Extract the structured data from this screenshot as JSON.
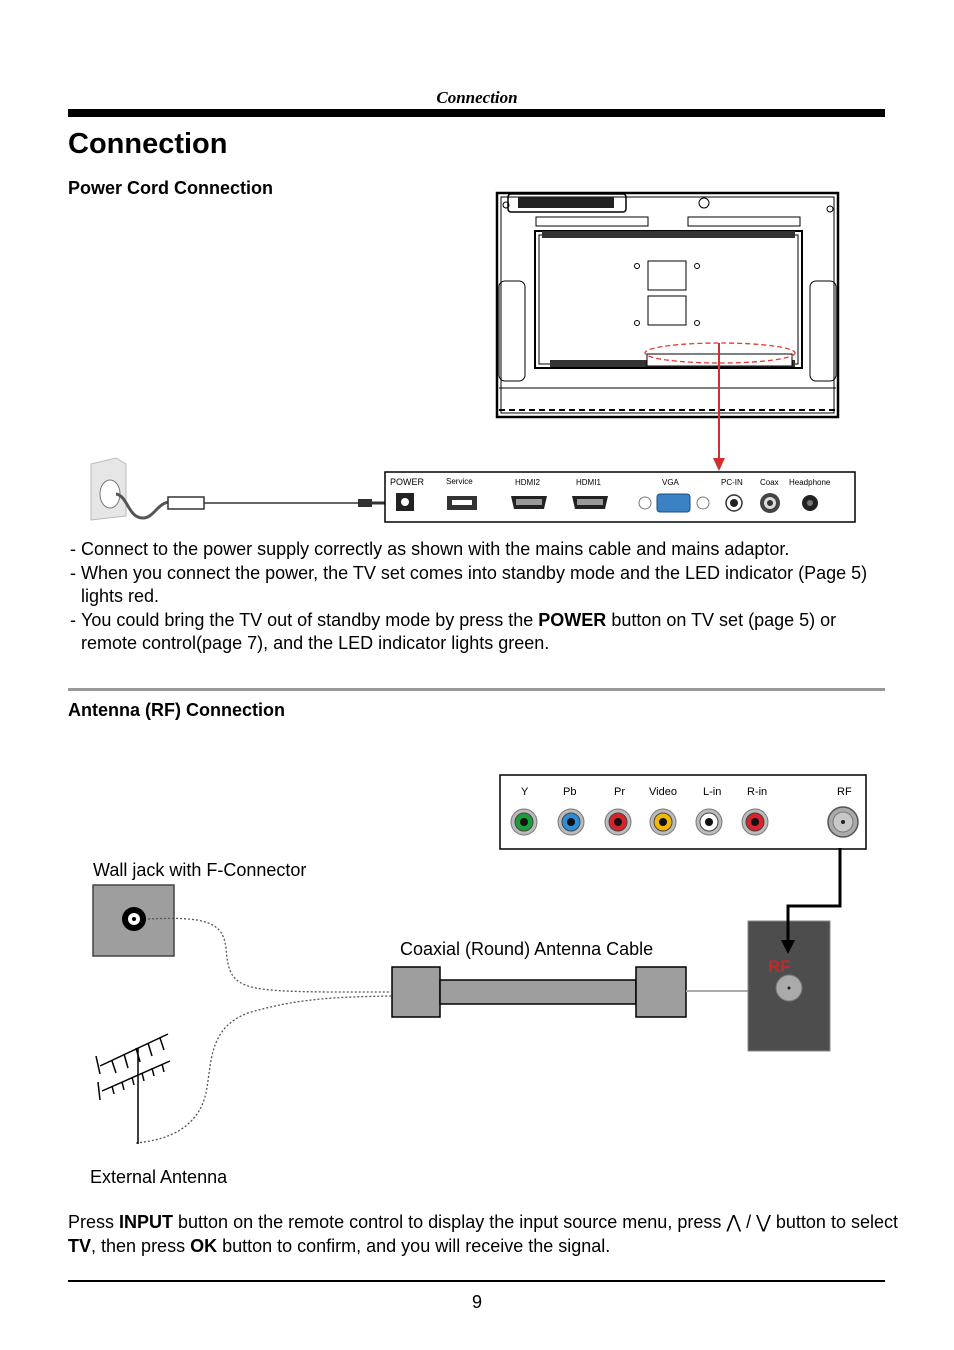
{
  "header": {
    "running_title": "Connection"
  },
  "page_title": "Connection",
  "power_section": {
    "heading": "Power Cord Connection",
    "panel_labels": [
      "POWER",
      "Service",
      "HDMI2",
      "HDMI1",
      "VGA",
      "PC-IN",
      "Coax",
      "Headphone"
    ],
    "bullets": [
      {
        "text": "Connect to the power supply correctly as shown with the mains cable and mains adaptor."
      },
      {
        "text": "When you connect the power, the TV set comes into standby mode and the LED indicator (Page 5) lights red."
      },
      {
        "before": "You could bring the TV out of standby mode by press the ",
        "bold": "POWER",
        "after": " button on TV set (page 5) or remote control(page 7), and the LED indicator lights green."
      }
    ]
  },
  "antenna_section": {
    "heading": "Antenna (RF) Connection",
    "panel_labels": [
      "Y",
      "Pb",
      "Pr",
      "Video",
      "L-in",
      "R-in",
      "RF"
    ],
    "jack_colors": [
      "#1a9e3a",
      "#2a8fd8",
      "#d9232b",
      "#f2b705",
      "#ffffff",
      "#d9232b"
    ],
    "wall_jack_label": "Wall jack with F-Connector",
    "cable_label": "Coaxial (Round) Antenna Cable",
    "external_antenna_label": "External Antenna",
    "rf_box_label": "RF",
    "instruction": {
      "p1": "Press ",
      "b1": "INPUT",
      "p2": " button on the remote control to display the input source menu, press ",
      "up_symbol": "⋀",
      "slash": " / ",
      "down_symbol": "⋁",
      "p3": " button to select ",
      "b2": "TV",
      "p4": ", then press ",
      "b3": "OK",
      "p5": " button to confirm, and you will receive the signal."
    }
  },
  "footer": {
    "page_number": "9"
  }
}
